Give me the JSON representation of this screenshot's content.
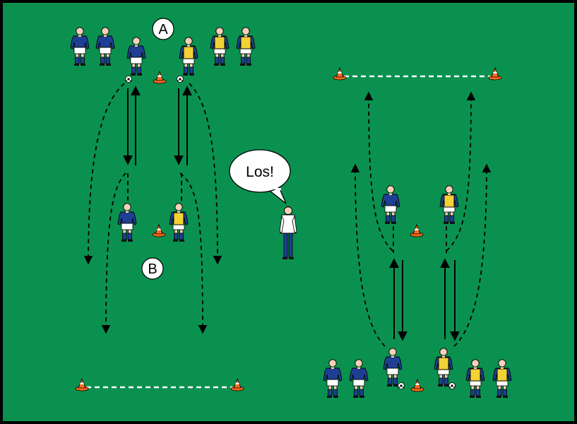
{
  "labels": {
    "group_a": "A",
    "group_b": "B",
    "speech": "Los!"
  },
  "colors": {
    "field": "#0a9150",
    "border": "#000000",
    "team_blue": "#1f3f94",
    "bib_yellow": "#f2d234",
    "cone_orange": "#ff6a1a",
    "line_white": "#ffffff",
    "arrow_black": "#000000"
  },
  "icons": {
    "player": "player-figure-icon",
    "cone": "training-cone-icon",
    "ball": "soccer-ball-icon",
    "coach": "coach-figure-icon"
  }
}
